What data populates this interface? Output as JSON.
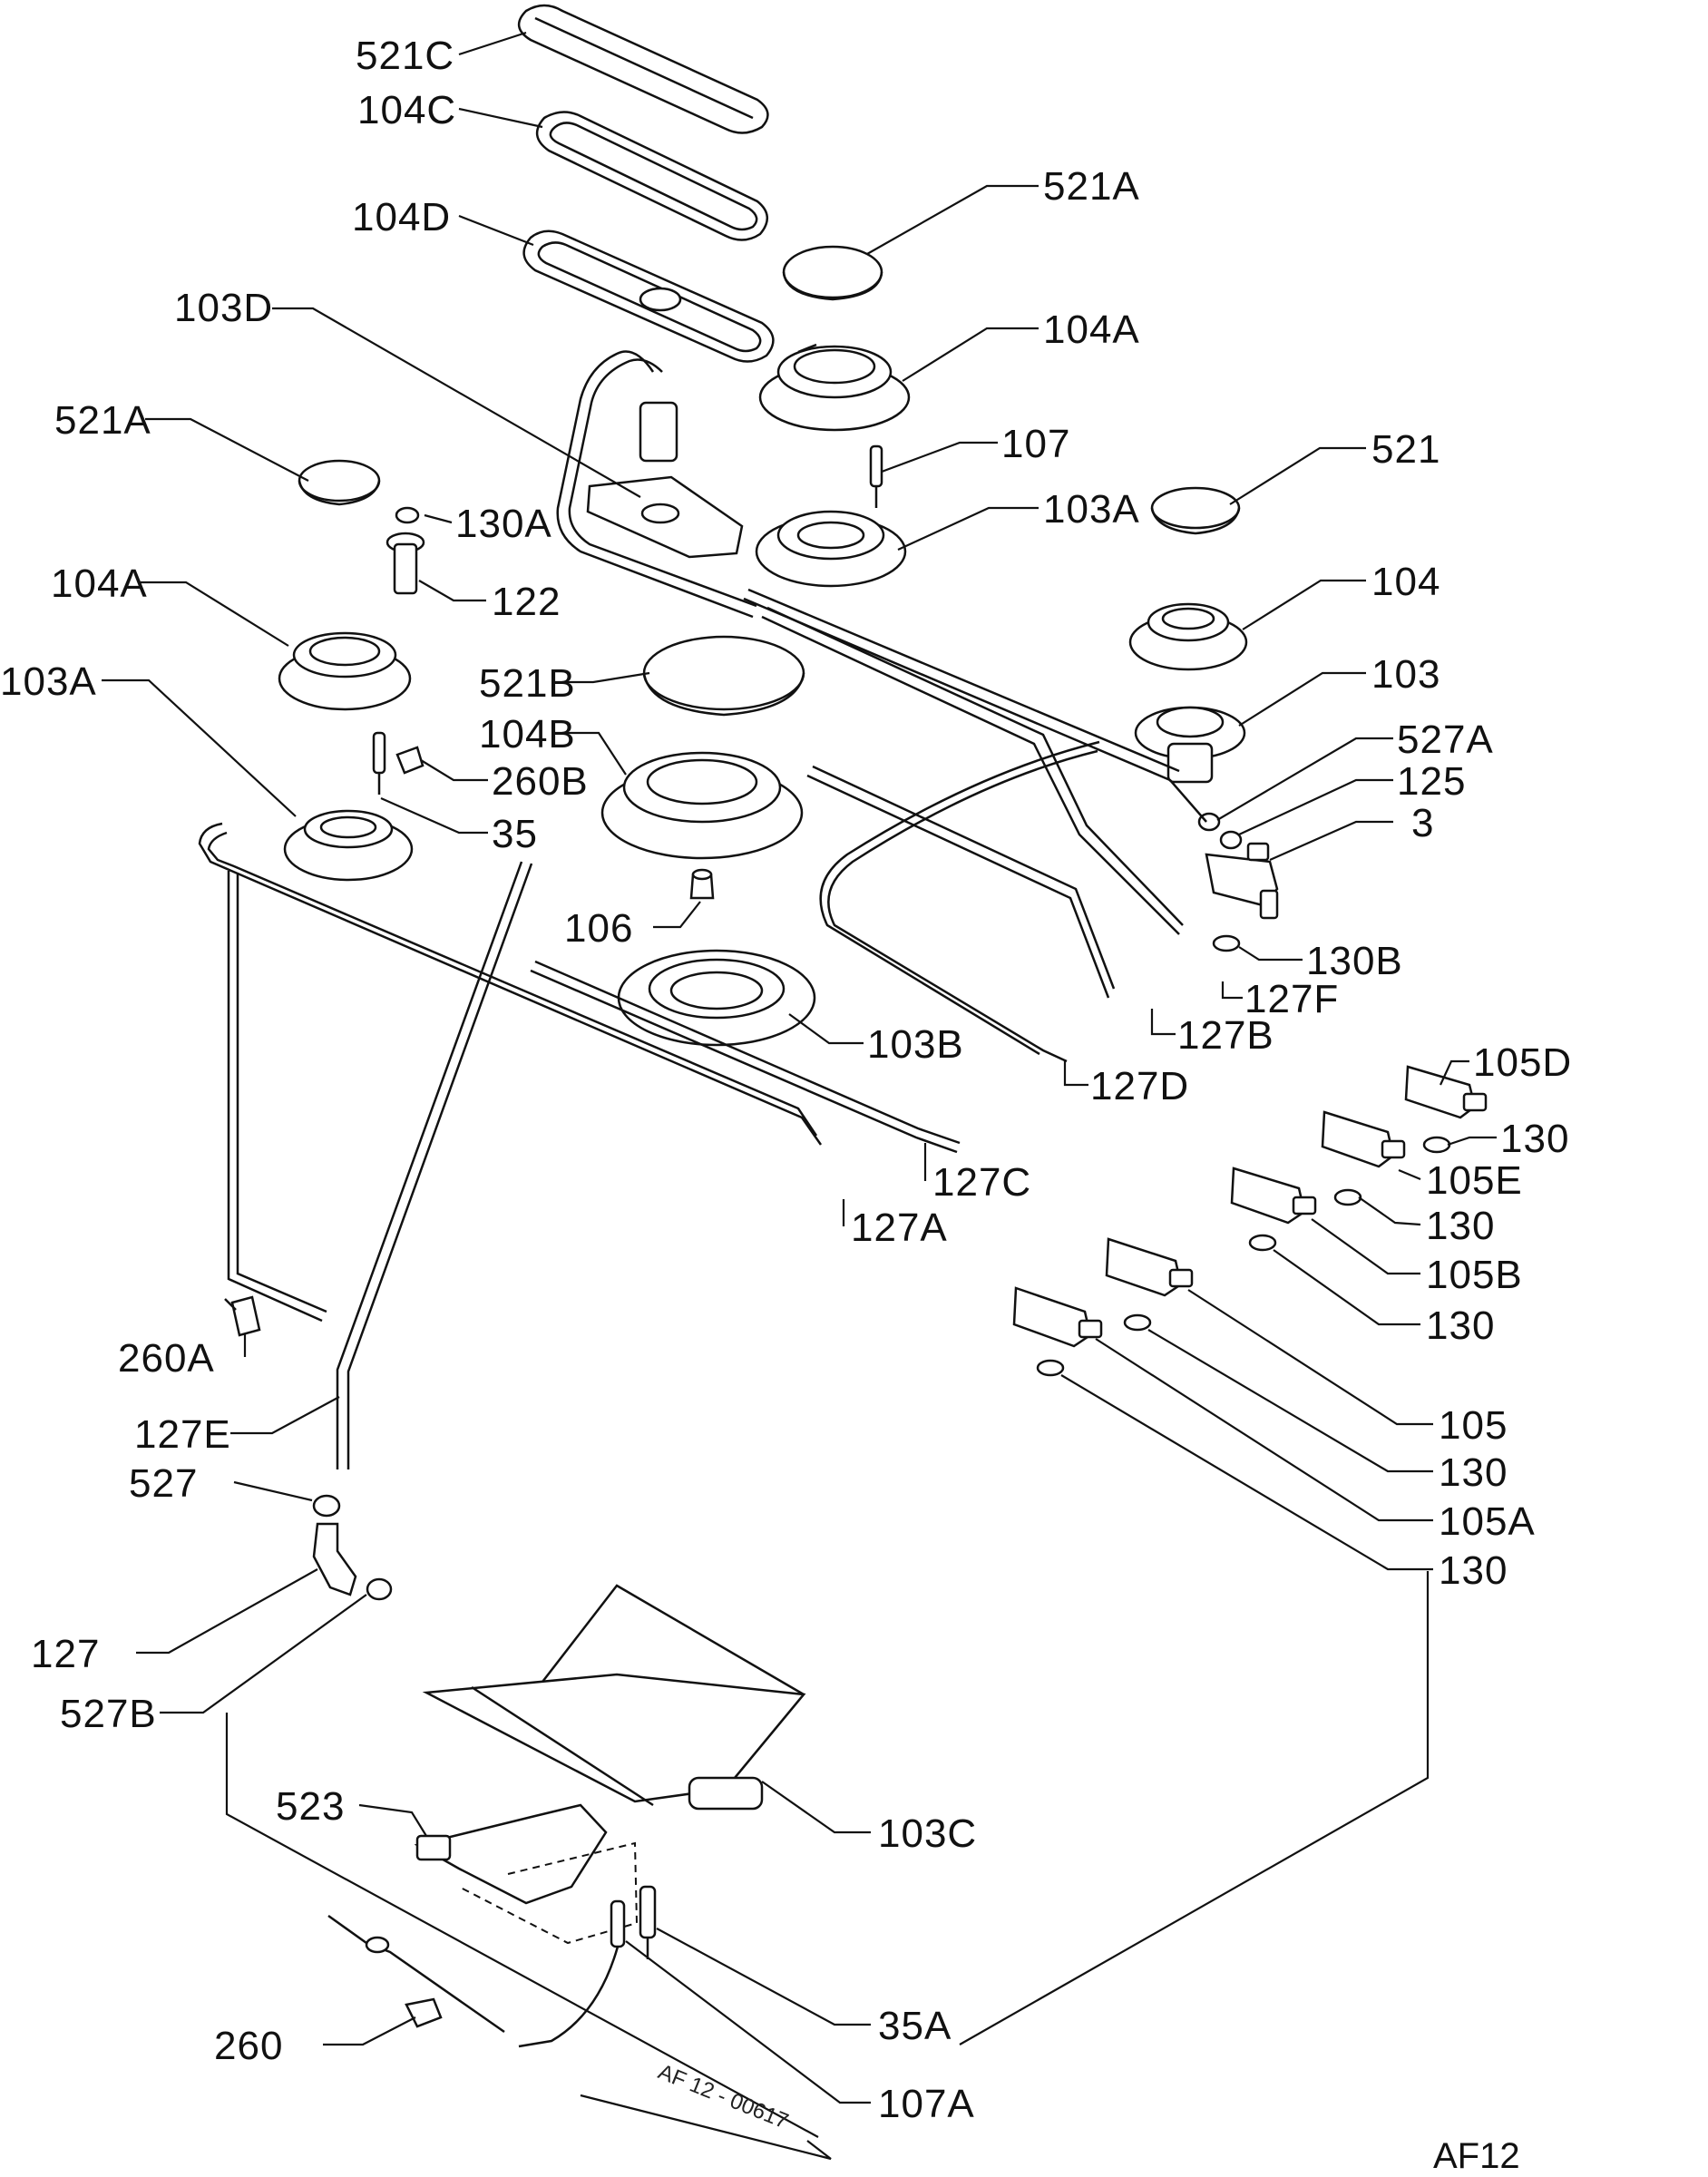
{
  "diagram": {
    "code": "AF12",
    "ref": "AF 12 - 00617",
    "labels": [
      {
        "id": "l-521c",
        "text": "521C"
      },
      {
        "id": "l-104c",
        "text": "104C"
      },
      {
        "id": "l-104d",
        "text": "104D"
      },
      {
        "id": "l-103d",
        "text": "103D"
      },
      {
        "id": "l-521a-top",
        "text": "521A"
      },
      {
        "id": "l-104a-top",
        "text": "104A"
      },
      {
        "id": "l-107",
        "text": "107"
      },
      {
        "id": "l-521",
        "text": "521"
      },
      {
        "id": "l-103a-right",
        "text": "103A"
      },
      {
        "id": "l-104",
        "text": "104"
      },
      {
        "id": "l-103",
        "text": "103"
      },
      {
        "id": "l-527a",
        "text": "527A"
      },
      {
        "id": "l-125",
        "text": "125"
      },
      {
        "id": "l-3",
        "text": "3"
      },
      {
        "id": "l-130b",
        "text": "130B"
      },
      {
        "id": "l-127f",
        "text": "127F"
      },
      {
        "id": "l-127b",
        "text": "127B"
      },
      {
        "id": "l-127d",
        "text": "127D"
      },
      {
        "id": "l-105d",
        "text": "105D"
      },
      {
        "id": "l-130-1",
        "text": "130"
      },
      {
        "id": "l-105e",
        "text": "105E"
      },
      {
        "id": "l-130-2",
        "text": "130"
      },
      {
        "id": "l-105b",
        "text": "105B"
      },
      {
        "id": "l-130-3",
        "text": "130"
      },
      {
        "id": "l-105",
        "text": "105"
      },
      {
        "id": "l-130-4",
        "text": "130"
      },
      {
        "id": "l-105a",
        "text": "105A"
      },
      {
        "id": "l-130-5",
        "text": "130"
      },
      {
        "id": "l-521a-left",
        "text": "521A"
      },
      {
        "id": "l-130a",
        "text": "130A"
      },
      {
        "id": "l-122",
        "text": "122"
      },
      {
        "id": "l-104a-left",
        "text": "104A"
      },
      {
        "id": "l-103a-left",
        "text": "103A"
      },
      {
        "id": "l-521b",
        "text": "521B"
      },
      {
        "id": "l-104b",
        "text": "104B"
      },
      {
        "id": "l-260b",
        "text": "260B"
      },
      {
        "id": "l-35",
        "text": "35"
      },
      {
        "id": "l-106",
        "text": "106"
      },
      {
        "id": "l-103b",
        "text": "103B"
      },
      {
        "id": "l-127c",
        "text": "127C"
      },
      {
        "id": "l-127a",
        "text": "127A"
      },
      {
        "id": "l-260a",
        "text": "260A"
      },
      {
        "id": "l-127e",
        "text": "127E"
      },
      {
        "id": "l-527",
        "text": "527"
      },
      {
        "id": "l-127",
        "text": "127"
      },
      {
        "id": "l-527b",
        "text": "527B"
      },
      {
        "id": "l-523",
        "text": "523"
      },
      {
        "id": "l-103c",
        "text": "103C"
      },
      {
        "id": "l-35a",
        "text": "35A"
      },
      {
        "id": "l-260",
        "text": "260"
      },
      {
        "id": "l-107a",
        "text": "107A"
      }
    ]
  }
}
